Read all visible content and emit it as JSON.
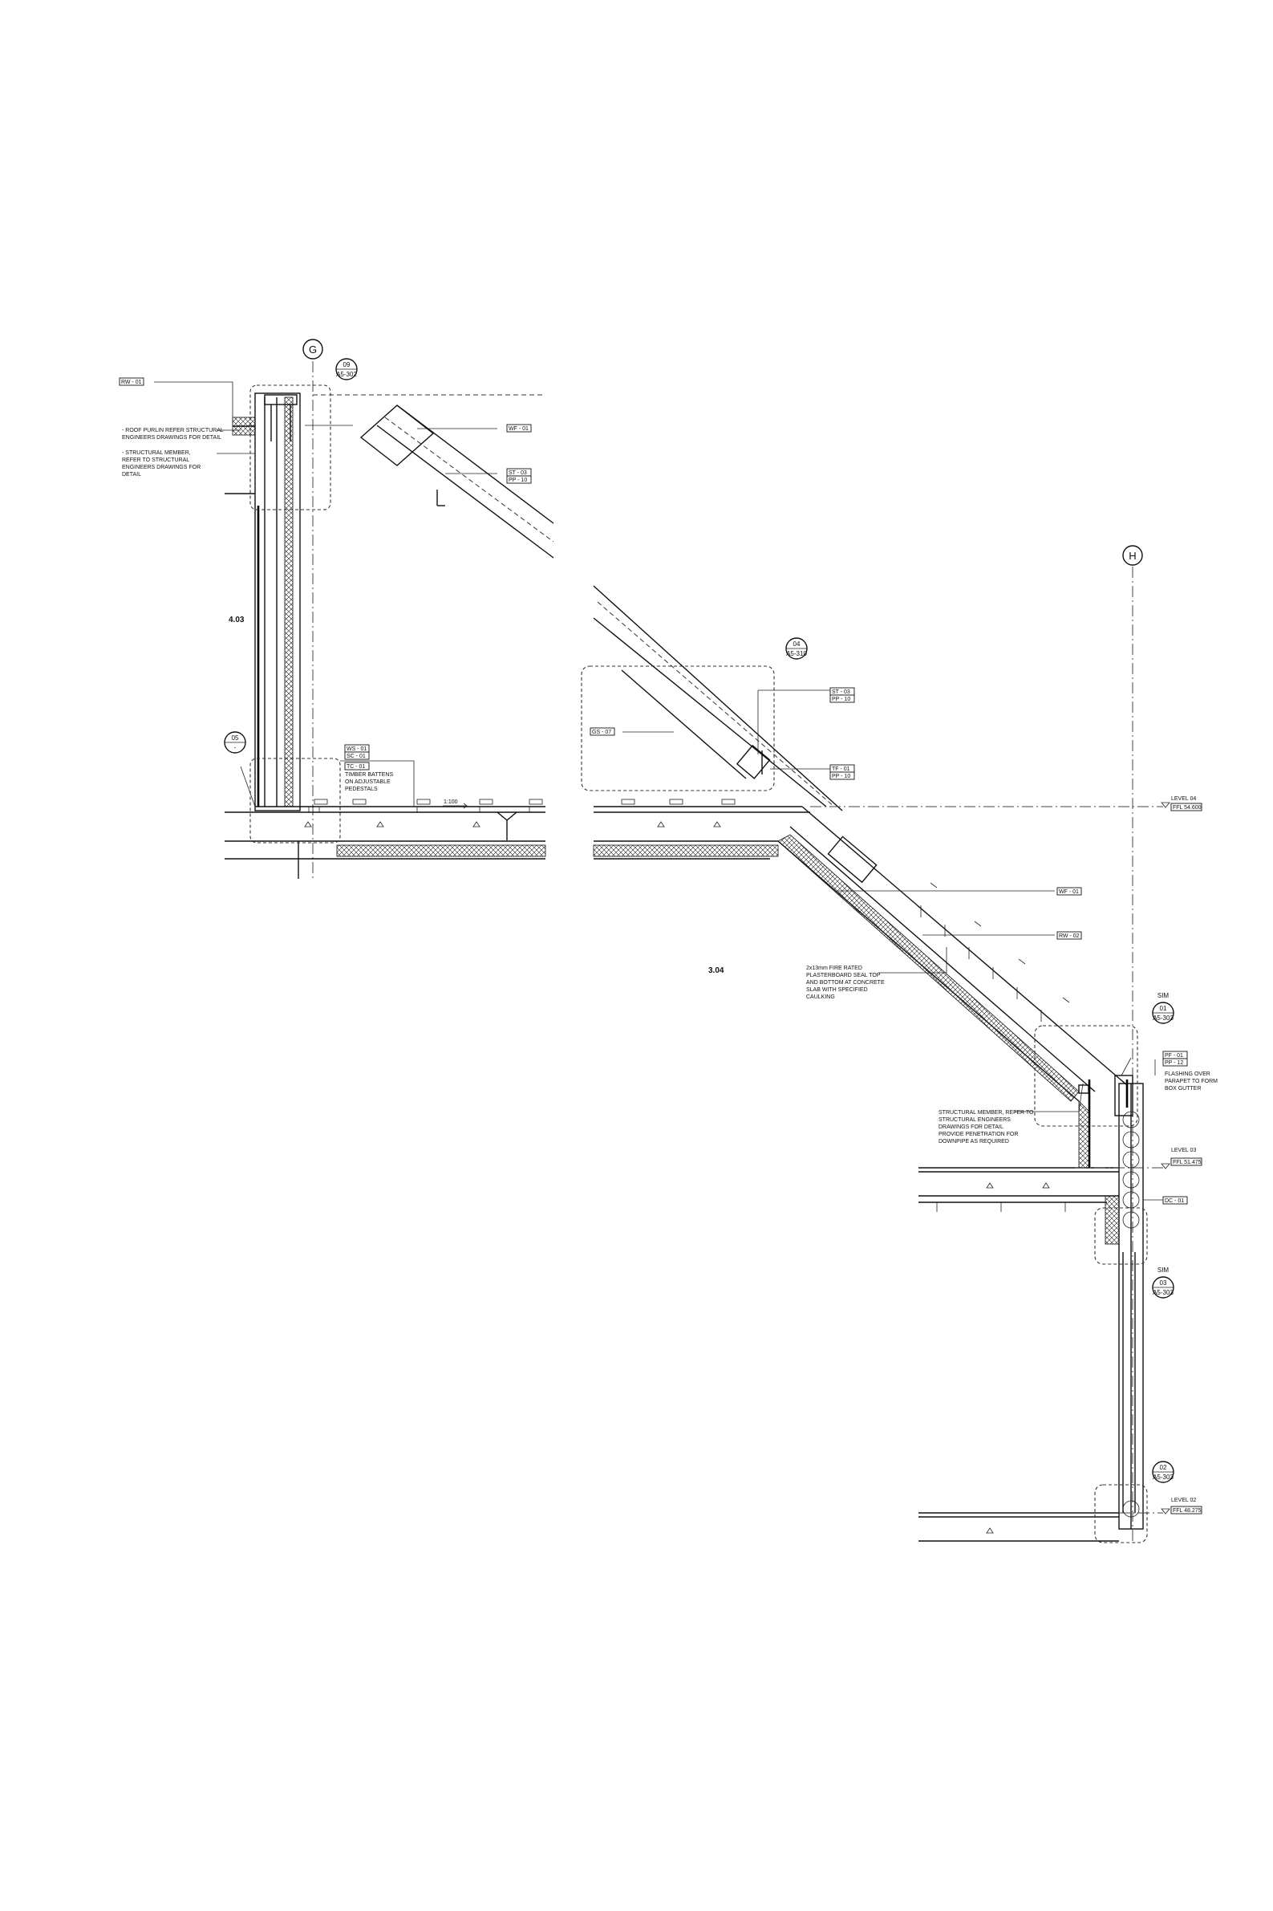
{
  "grids": [
    {
      "id": "G",
      "label": "G"
    },
    {
      "id": "H",
      "label": "H"
    }
  ],
  "rooms": [
    {
      "id": "r1",
      "label": "4.03"
    },
    {
      "id": "r2",
      "label": "3.04"
    }
  ],
  "callouts": [
    {
      "id": "c09",
      "number": "09",
      "sheet": "A5-302"
    },
    {
      "id": "c05",
      "number": "05",
      "sheet": "-"
    },
    {
      "id": "c04",
      "number": "04",
      "sheet": "A5-310"
    },
    {
      "id": "c01",
      "number": "01",
      "sheet": "A5-303",
      "prefix": "SIM"
    },
    {
      "id": "c03",
      "number": "03",
      "sheet": "A5-303",
      "prefix": "SIM"
    },
    {
      "id": "c02",
      "number": "02",
      "sheet": "A5-303"
    }
  ],
  "tags": {
    "rw01": "RW - 01",
    "wf01": "WF - 01",
    "st03": "ST - 03",
    "pp10a": "PP - 10",
    "ws01": "WS - 01",
    "sc01": "SC - 01",
    "tc01": "TC - 01",
    "st03b": "ST - 03",
    "pp10b": "PP - 10",
    "gs07": "GS - 07",
    "tf01": "TF - 01",
    "pp10c": "PP - 10",
    "wf01b": "WF - 01",
    "rw02": "RW - 02",
    "pf01": "PF - 01",
    "pp12": "PP - 12",
    "dc01": "DC - 01"
  },
  "notes": {
    "purlin": [
      "- ROOF PURLIN REFER STRUCTURAL",
      "ENGINEERS DRAWINGS FOR DETAIL"
    ],
    "structural1": [
      "- STRUCTURAL MEMBER,",
      "REFER TO STRUCTURAL",
      "ENGINEERS DRAWINGS FOR",
      "DETAIL"
    ],
    "battens": [
      "TIMBER BATTENS",
      "ON ADJUSTABLE",
      "PEDESTALS"
    ],
    "fall": "1:100",
    "plasterboard": [
      "2x13mm FIRE RATED",
      "PLASTERBOARD SEAL TOP",
      "AND BOTTOM AT CONCRETE",
      "SLAB WITH SPECIFIED",
      "CAULKING"
    ],
    "flashing": [
      "FLASHING OVER",
      "PARAPET TO FORM",
      "BOX GUTTER"
    ],
    "structural2": [
      "STRUCTURAL MEMBER, REFER TO",
      "STRUCTURAL ENGINEERS",
      "DRAWINGS FOR DETAIL",
      "PROVIDE PENETRATION FOR",
      "DOWNPIPE AS REQUIRED"
    ]
  },
  "levels": [
    {
      "id": "l04",
      "name": "LEVEL 04",
      "ffl": "FFL 54.600"
    },
    {
      "id": "l03",
      "name": "LEVEL 03",
      "ffl": "FFL 51.475"
    },
    {
      "id": "l02",
      "name": "LEVEL 02",
      "ffl": "FFL 48.275"
    }
  ]
}
